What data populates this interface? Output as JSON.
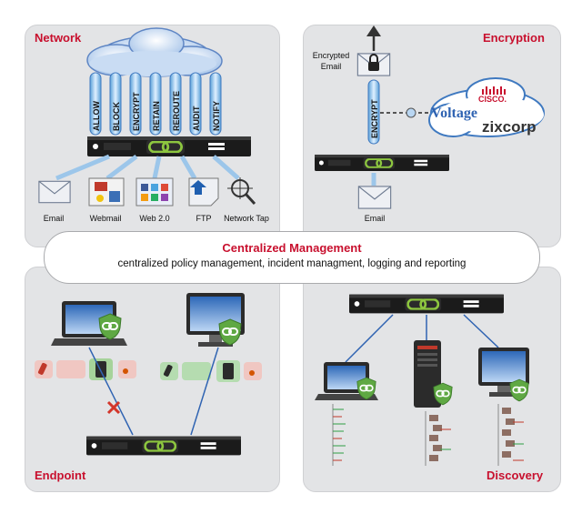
{
  "panels": {
    "network": {
      "title": "Network"
    },
    "encryption": {
      "title": "Encryption"
    },
    "endpoint": {
      "title": "Endpoint"
    },
    "discovery": {
      "title": "Discovery"
    }
  },
  "network": {
    "actions": [
      "ALLOW",
      "BLOCK",
      "ENCRYPT",
      "RETAIN",
      "REROUTE",
      "AUDIT",
      "NOTIFY"
    ],
    "channels": [
      "Email",
      "Webmail",
      "Web 2.0",
      "FTP",
      "Network Tap"
    ]
  },
  "encryption": {
    "encrypted_email_line1": "Encrypted",
    "encrypted_email_line2": "Email",
    "encrypt_action": "ENCRYPT",
    "email_label": "Email",
    "partners": [
      "Voltage",
      "CISCO.",
      "zixcorp"
    ]
  },
  "management": {
    "title": "Centralized Management",
    "subtitle": "centralized policy management, incident managment, logging and reporting"
  },
  "colors": {
    "accent": "#c8102e",
    "panel": "#e3e4e6",
    "appliance": "#1b1b1b",
    "link_green": "#8dc63f"
  }
}
